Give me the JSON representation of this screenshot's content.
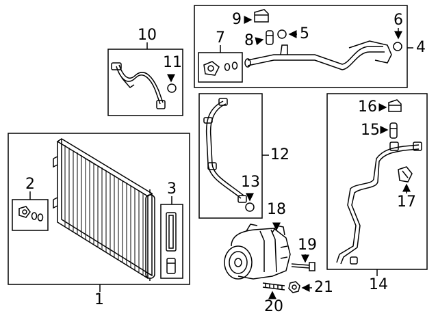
{
  "callouts": {
    "c1": "1",
    "c2": "2",
    "c3": "3",
    "c4": "4",
    "c5": "5",
    "c6": "6",
    "c7": "7",
    "c8": "8",
    "c9": "9",
    "c10": "10",
    "c11": "11",
    "c12": "12",
    "c13": "13",
    "c14": "14",
    "c15": "15",
    "c16": "16",
    "c17": "17",
    "c18": "18",
    "c19": "19",
    "c20": "20",
    "c21": "21"
  },
  "parts": [
    {
      "id": "1",
      "name": "condenser"
    },
    {
      "id": "2",
      "name": "condenser-fitting-kit"
    },
    {
      "id": "3",
      "name": "receiver-dryer-kit"
    },
    {
      "id": "4",
      "name": "suction-pipe"
    },
    {
      "id": "5",
      "name": "o-ring"
    },
    {
      "id": "6",
      "name": "o-ring"
    },
    {
      "id": "7",
      "name": "fitting-kit"
    },
    {
      "id": "8",
      "name": "service-valve"
    },
    {
      "id": "9",
      "name": "cap"
    },
    {
      "id": "10",
      "name": "discharge-hose"
    },
    {
      "id": "11",
      "name": "o-ring"
    },
    {
      "id": "12",
      "name": "liquid-line"
    },
    {
      "id": "13",
      "name": "o-ring"
    },
    {
      "id": "14",
      "name": "pressure-line"
    },
    {
      "id": "15",
      "name": "service-valve"
    },
    {
      "id": "16",
      "name": "cap"
    },
    {
      "id": "17",
      "name": "pressure-switch"
    },
    {
      "id": "18",
      "name": "compressor"
    },
    {
      "id": "19",
      "name": "bolt"
    },
    {
      "id": "20",
      "name": "stud"
    },
    {
      "id": "21",
      "name": "nut"
    }
  ]
}
